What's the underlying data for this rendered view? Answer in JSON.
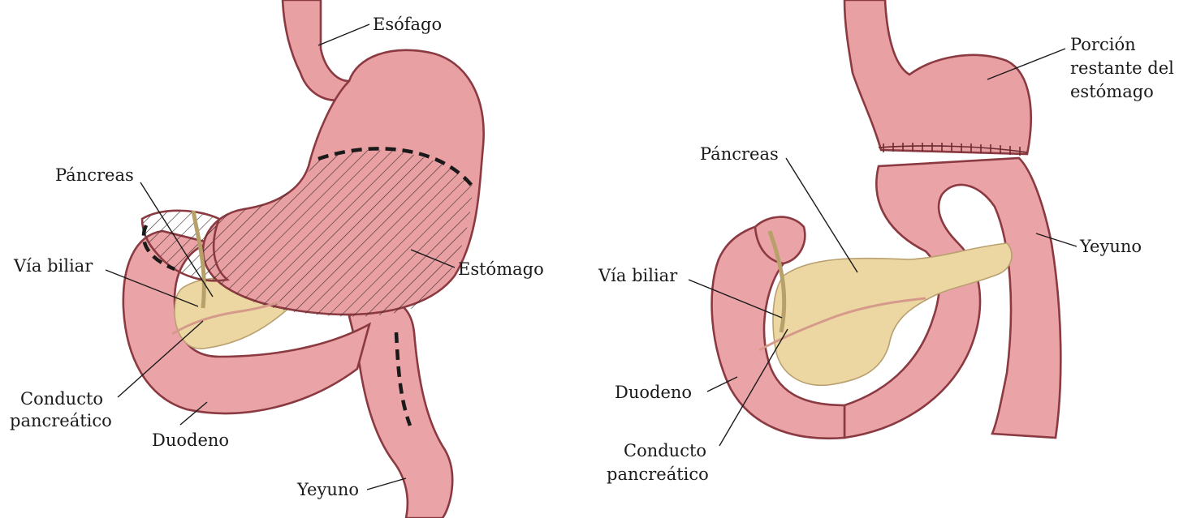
{
  "labels": {
    "left": {
      "esofago": "Esófago",
      "pancreas": "Páncreas",
      "via_biliar": "Vía biliar",
      "estomago": "Estómago",
      "conducto_1": "Conducto",
      "conducto_2": "pancreático",
      "duodeno": "Duodeno",
      "yeyuno": "Yeyuno"
    },
    "right": {
      "porcion_1": "Porción",
      "porcion_2": "restante del",
      "porcion_3": "estómago",
      "pancreas": "Páncreas",
      "yeyuno": "Yeyuno",
      "via_biliar": "Vía biliar",
      "duodeno": "Duodeno",
      "conducto_1": "Conducto",
      "conducto_2": "pancreático"
    }
  },
  "colors": {
    "organ_fill": "#e9a0a3",
    "organ_outline": "#8a3a40",
    "pancreas_fill": "#ecd7a3",
    "bile_duct": "#b8a06b",
    "cut_line": "#1a1a1a"
  }
}
